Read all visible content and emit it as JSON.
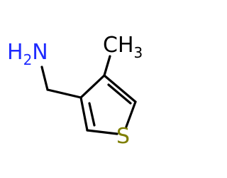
{
  "molecule": {
    "atoms": {
      "amine_group": {
        "main": "H",
        "subscript": "2",
        "element": "N",
        "color": "#1f2bff"
      },
      "methyl_group": {
        "element": "C",
        "main": "H",
        "subscript": "3",
        "color": "#000000"
      },
      "sulfur": {
        "element": "S",
        "color": "#7f7f00"
      }
    }
  }
}
